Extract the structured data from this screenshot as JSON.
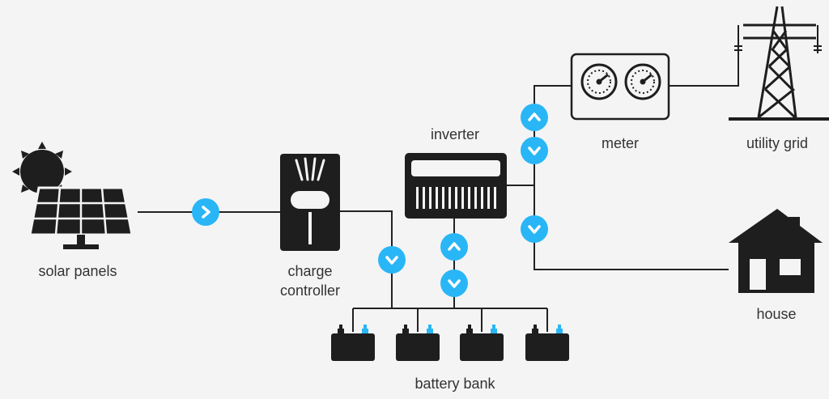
{
  "labels": {
    "solar_panels": "solar panels",
    "charge_controller_line1": "charge",
    "charge_controller_line2": "controller",
    "inverter": "inverter",
    "meter": "meter",
    "utility_grid": "utility grid",
    "house": "house",
    "battery_bank": "battery bank"
  },
  "colors": {
    "background": "#f4f4f4",
    "device": "#1e1e1e",
    "line": "#222222",
    "flow_arrow": "#29b6f6",
    "battery_terminal": "#29b6f6"
  },
  "icons": {
    "flow_right": "chevron-right-icon",
    "flow_down": "chevron-down-icon",
    "flow_up": "chevron-up-icon"
  }
}
